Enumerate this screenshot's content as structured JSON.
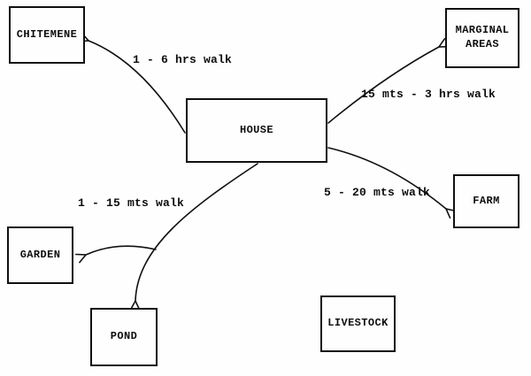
{
  "diagram": {
    "description": "Household walking-distance diagram",
    "colors": {
      "ink": "#101010",
      "background": "#fefefe"
    },
    "nodes": {
      "chitemene": {
        "label": "CHITEMENE"
      },
      "marginal_areas": {
        "label": "MARGINAL AREAS"
      },
      "house": {
        "label": "HOUSE"
      },
      "farm": {
        "label": "FARM"
      },
      "garden": {
        "label": "GARDEN"
      },
      "pond": {
        "label": "POND"
      },
      "livestock": {
        "label": "LIVESTOCK"
      }
    },
    "edges": {
      "house_to_chitemene": {
        "from": "HOUSE",
        "to": "CHITEMENE",
        "label": "1 - 6 hrs walk"
      },
      "house_to_marginal_areas": {
        "from": "HOUSE",
        "to": "MARGINAL AREAS",
        "label": "15 mts - 3 hrs walk"
      },
      "house_to_farm": {
        "from": "HOUSE",
        "to": "FARM",
        "label": "5 - 20 mts walk"
      },
      "house_to_pond": {
        "from": "HOUSE",
        "to": "POND",
        "label": "1 - 15 mts walk"
      },
      "house_to_garden": {
        "from": "HOUSE",
        "to": "GARDEN",
        "label": ""
      }
    }
  }
}
